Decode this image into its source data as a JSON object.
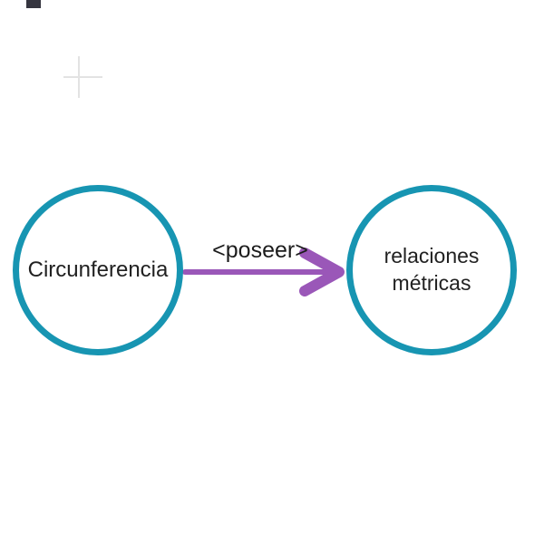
{
  "diagram": {
    "type": "concept-map",
    "nodes": [
      {
        "id": "circunferencia",
        "label": "Circunferencia",
        "shape": "circle"
      },
      {
        "id": "relaciones-metricas",
        "label": "relaciones métricas",
        "shape": "circle"
      }
    ],
    "edge": {
      "label": "<poseer>",
      "from": "circunferencia",
      "to": "relaciones-metricas",
      "direction": "left-to-right"
    }
  },
  "colors": {
    "background": "#ffffff",
    "node_stroke_teal": "#1795b2",
    "edge_purple": "#9a57b8",
    "text_dark": "#212121",
    "artifact_dark": "#35353f",
    "artifact_light": "#e3e3e3"
  },
  "icons": {
    "arrowhead": "arrow-right-icon"
  }
}
